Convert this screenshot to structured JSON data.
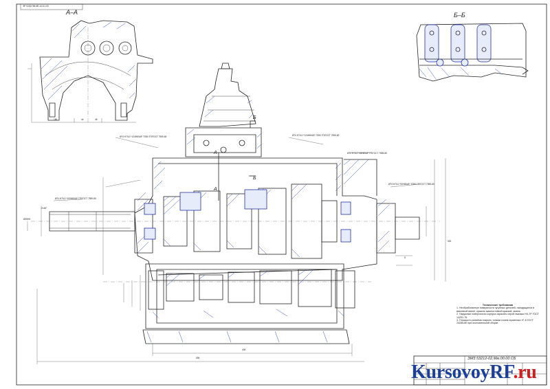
{
  "sheet": {
    "code_stamp": "ЭР 0202.ПМ.ИЕ.14.5.1.00"
  },
  "sections": {
    "a_a": "А–А",
    "b_b": "Б–Б"
  },
  "cut_marks": {
    "a": "А",
    "b": "Б"
  },
  "callouts": [
    "Ø74 Н7/L0 *124Н8/U8* ТО50 ГП/ГОСТ 7559-80",
    "Ø74 Н7/L0 *124Н8/U8* ТО50 ГП/ГОСТ 7559-80",
    "Ø72 Н7/L0 *48Н8/U8* ГП/ГОСТ 7559-80",
    "Ø74 Н7/L0 *52Н8/U8* ТО50 ГП/ГОСТ 7559-80",
    "Ø74 Н7/L0 *100Н8/U8* ГП/ГОСТ 7559-80"
  ],
  "dims": {
    "a_a": [
      "180",
      "44",
      "45"
    ],
    "input_shaft": "Ø25H9",
    "input_length": "2×45°",
    "height": "400",
    "length_inner": "405",
    "length_overall": "599",
    "output_offset": "5"
  },
  "tech_requirements": {
    "title": "Технические требования",
    "items": [
      "1. Необработанные поверхности чугунных деталей, находящиеся в масляной ванне, красить маслостойкой краской, эмаль.",
      "2. Наружные поверхности корпуса окрасить серой эмалью НЧ-7Р ГОСТ 14251-75.",
      "3. Плоскость разъёма покрыть тонким слоем герметика УГ-8 ГОСТ 24285-80 при окончательной сборке."
    ]
  },
  "title_block": {
    "designation": "ЭМ3 53212-02.Мм.00.00 СБ"
  },
  "watermark": {
    "left": "KursovoyRF",
    "right": ".ru"
  }
}
